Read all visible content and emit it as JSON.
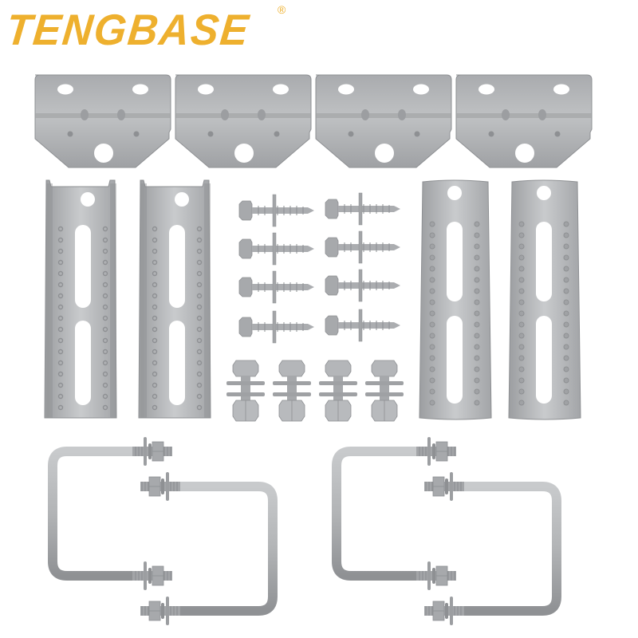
{
  "brand": {
    "name": "TENGBASE",
    "registered_mark": "®",
    "color": "#EEB02E"
  },
  "product": {
    "components": [
      {
        "name": "angle-bracket",
        "count": 4
      },
      {
        "name": "channel-bracket-open",
        "count": 2
      },
      {
        "name": "channel-bracket-flat",
        "count": 2
      },
      {
        "name": "hex-lag-screw-with-washer",
        "count": 8
      },
      {
        "name": "hex-bolt-nut-washer-set",
        "count": 4
      },
      {
        "name": "square-u-bolt-with-nuts",
        "count": 4
      }
    ],
    "metal_color": "#B9BBBD",
    "shadow_color": "#8E9093",
    "highlight_color": "#D6D8DA"
  }
}
